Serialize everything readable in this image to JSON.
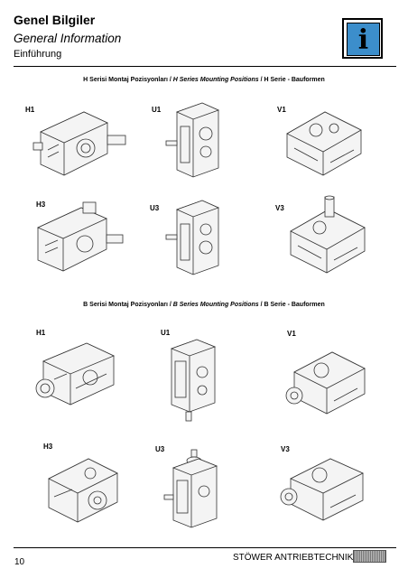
{
  "header": {
    "title": "Genel Bilgiler",
    "subtitle_en": "General Information",
    "subtitle_de": "Einführung",
    "icon": "info-icon"
  },
  "section_h": {
    "caption_tr": "H Serisi Montaj Pozisyonları /",
    "caption_en": "H Series Mounting Positions",
    "caption_de": "/ H Serie - Bauformen",
    "positions": [
      "H1",
      "U1",
      "V1",
      "H3",
      "U3",
      "V3"
    ]
  },
  "section_b": {
    "caption_tr": "B Serisi Montaj Pozisyonları /",
    "caption_en": "B Series Mounting Positions",
    "caption_de": "/ B Serie - Bauformen",
    "positions": [
      "H1",
      "U1",
      "V1",
      "H3",
      "U3",
      "V3"
    ]
  },
  "footer": {
    "page_number": "10",
    "company": "STÖWER ANTRIEBTECHNIK GmbH"
  },
  "colors": {
    "info_icon_bg": "#3c8ecb",
    "drawing_line": "#333333",
    "drawing_fill": "#f4f4f4"
  }
}
